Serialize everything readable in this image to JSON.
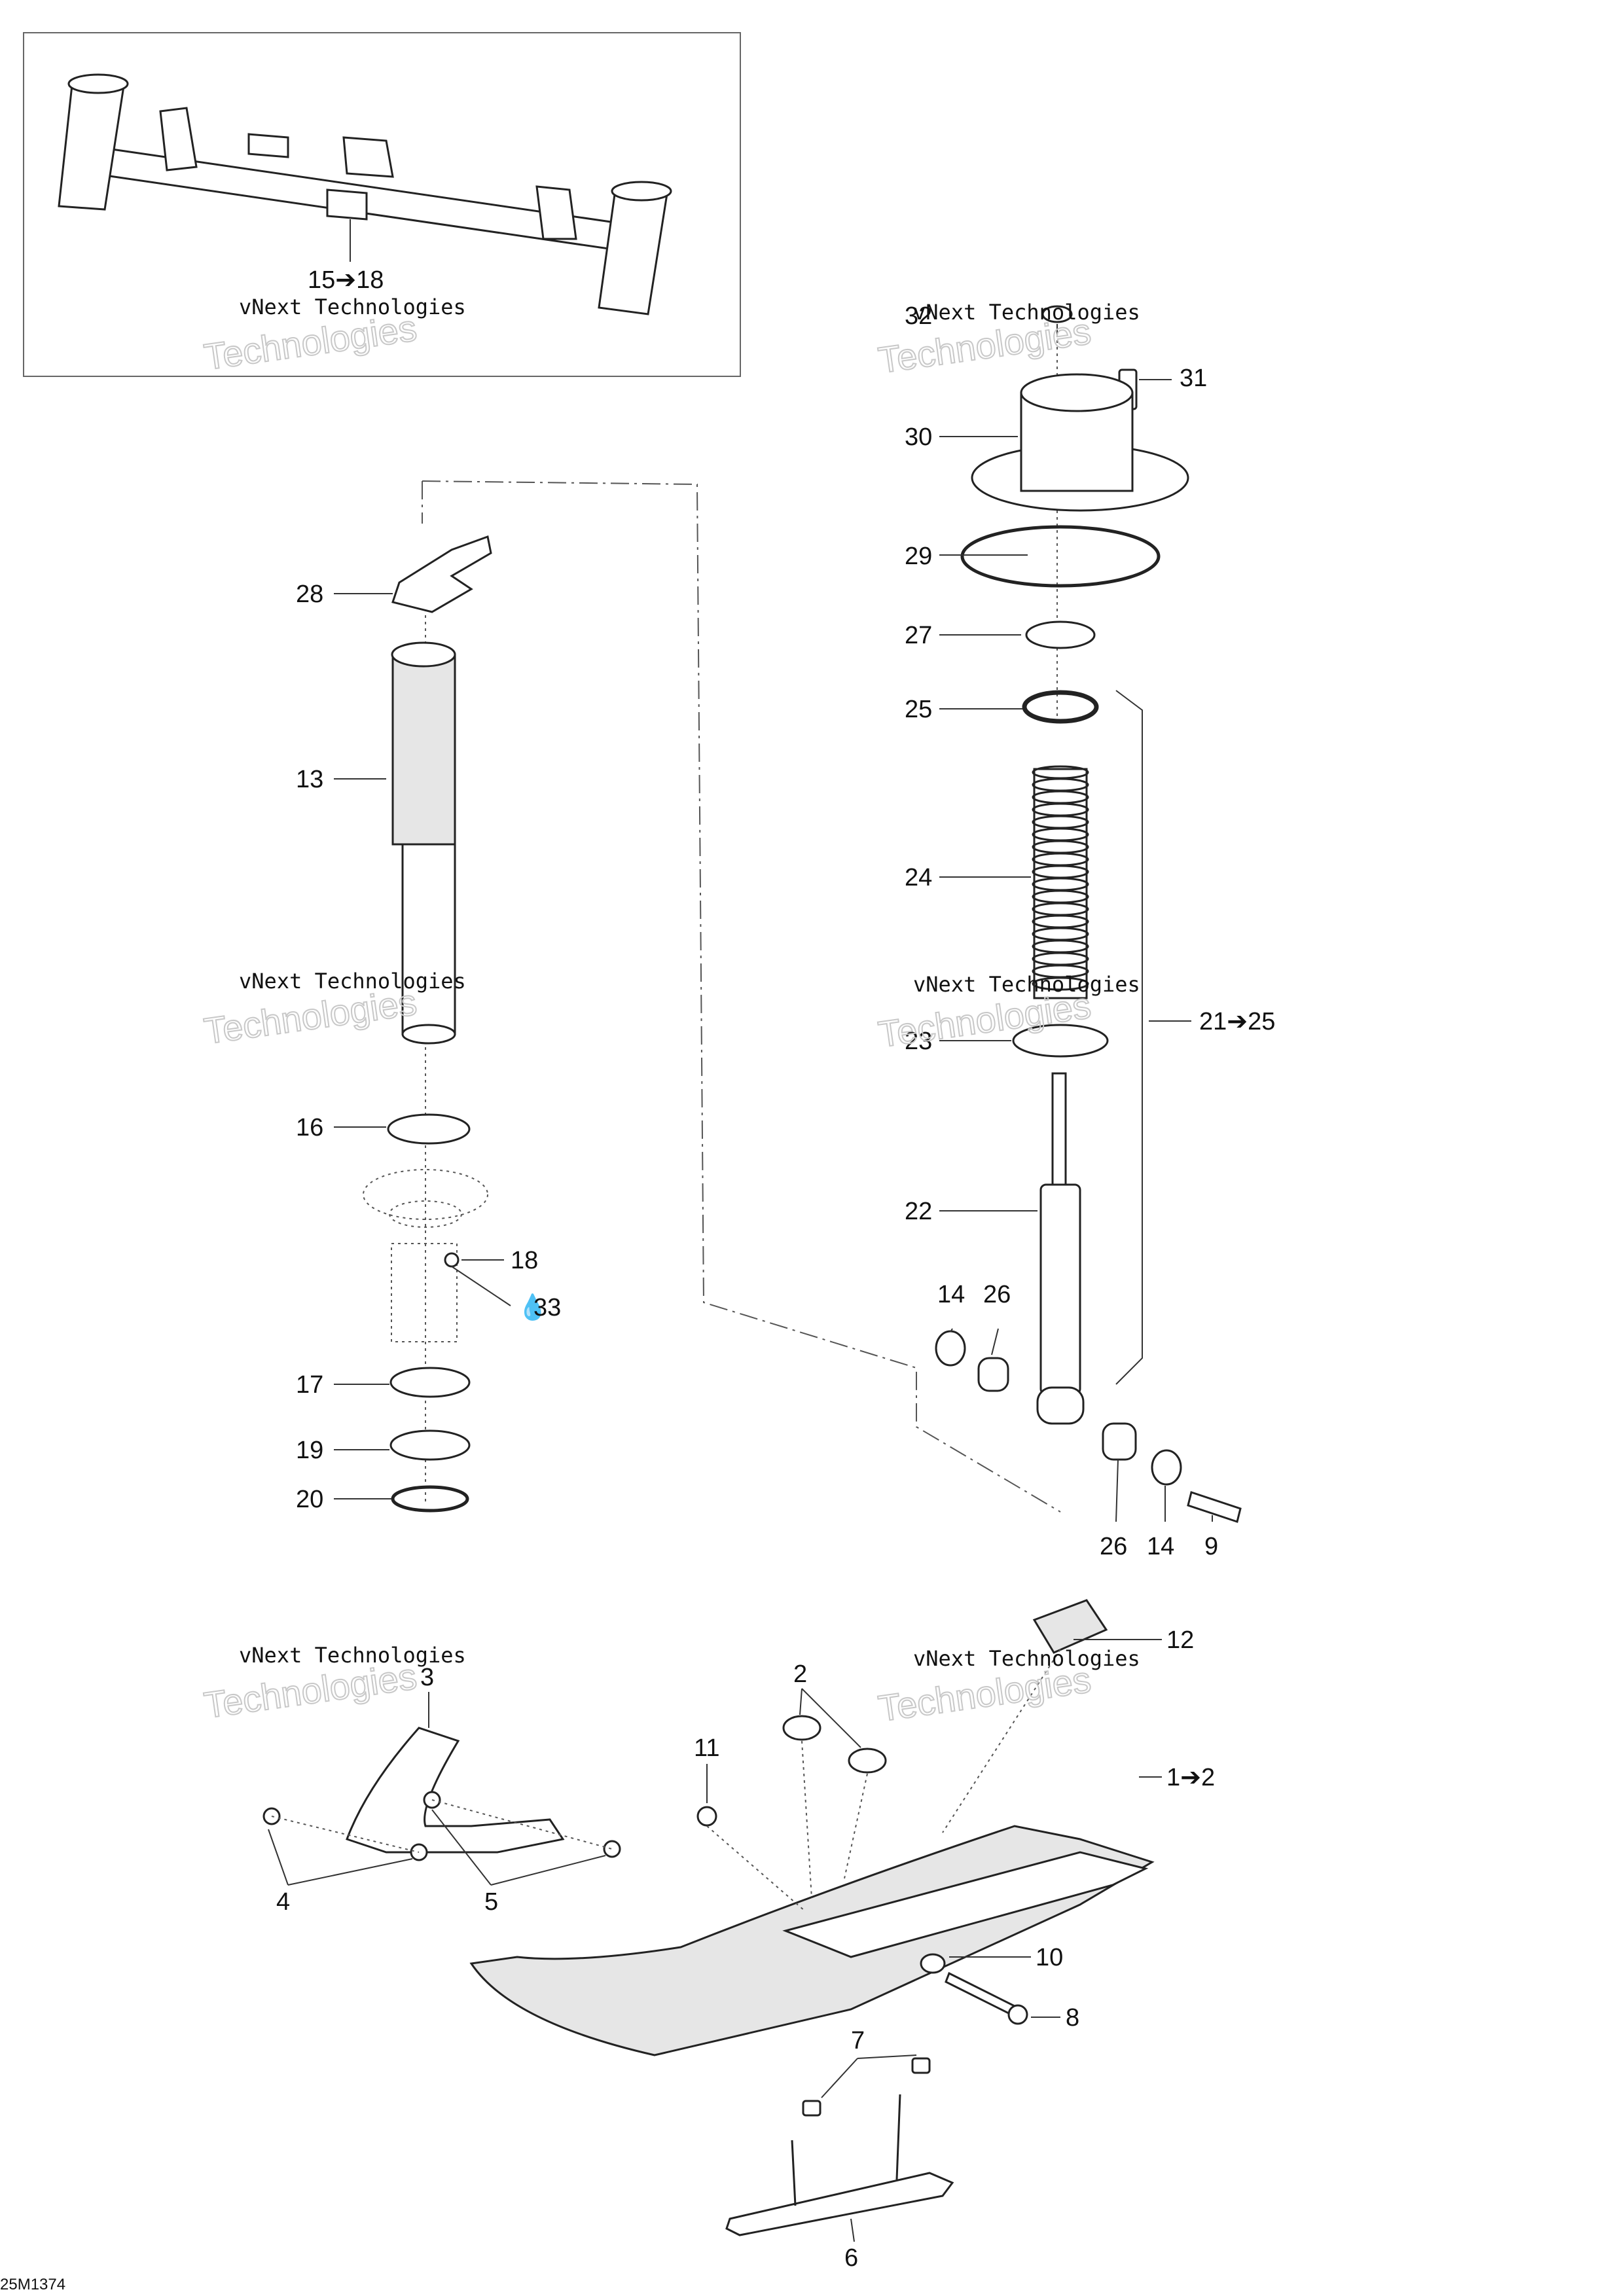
{
  "document": {
    "drawing_number": "25M1374",
    "watermark_line1": "vNext Technologies",
    "watermark_line2": "Technologies",
    "watermark_top": "vNext"
  },
  "callouts": {
    "frame_assembly": "15➔18",
    "c1": "1➔2",
    "c2": "2",
    "c3": "3",
    "c4": "4",
    "c5": "5",
    "c6": "6",
    "c7": "7",
    "c8": "8",
    "c9": "9",
    "c10": "10",
    "c11": "11",
    "c12": "12",
    "c13": "13",
    "c14a": "14",
    "c14b": "14",
    "c16": "16",
    "c17": "17",
    "c18": "18",
    "c19": "19",
    "c20": "20",
    "c21": "21➔25",
    "c22": "22",
    "c23": "23",
    "c24": "24",
    "c25": "25",
    "c26a": "26",
    "c26b": "26",
    "c27": "27",
    "c28": "28",
    "c29": "29",
    "c30": "30",
    "c31": "31",
    "c32": "32",
    "c33": "33"
  }
}
